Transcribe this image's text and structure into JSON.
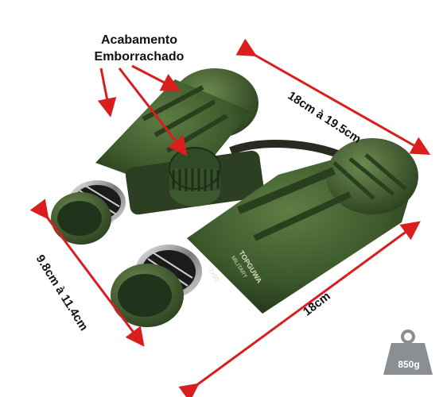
{
  "callout": {
    "line1": "Acabamento",
    "line2": "Emborrachado"
  },
  "dimensions": {
    "length": "18cm à 19.5cm",
    "width": "18cm",
    "height": "9.8cm à 11.4cm"
  },
  "weight": "850g",
  "binocular_print": {
    "brand": "TOPGUWA",
    "model": "MILITARY",
    "spec": "7x50"
  },
  "colors": {
    "body_green": "#3d5a2c",
    "body_dark": "#22331a",
    "arrow_red": "#d91e1e",
    "badge_gray": "#8a8f93"
  }
}
